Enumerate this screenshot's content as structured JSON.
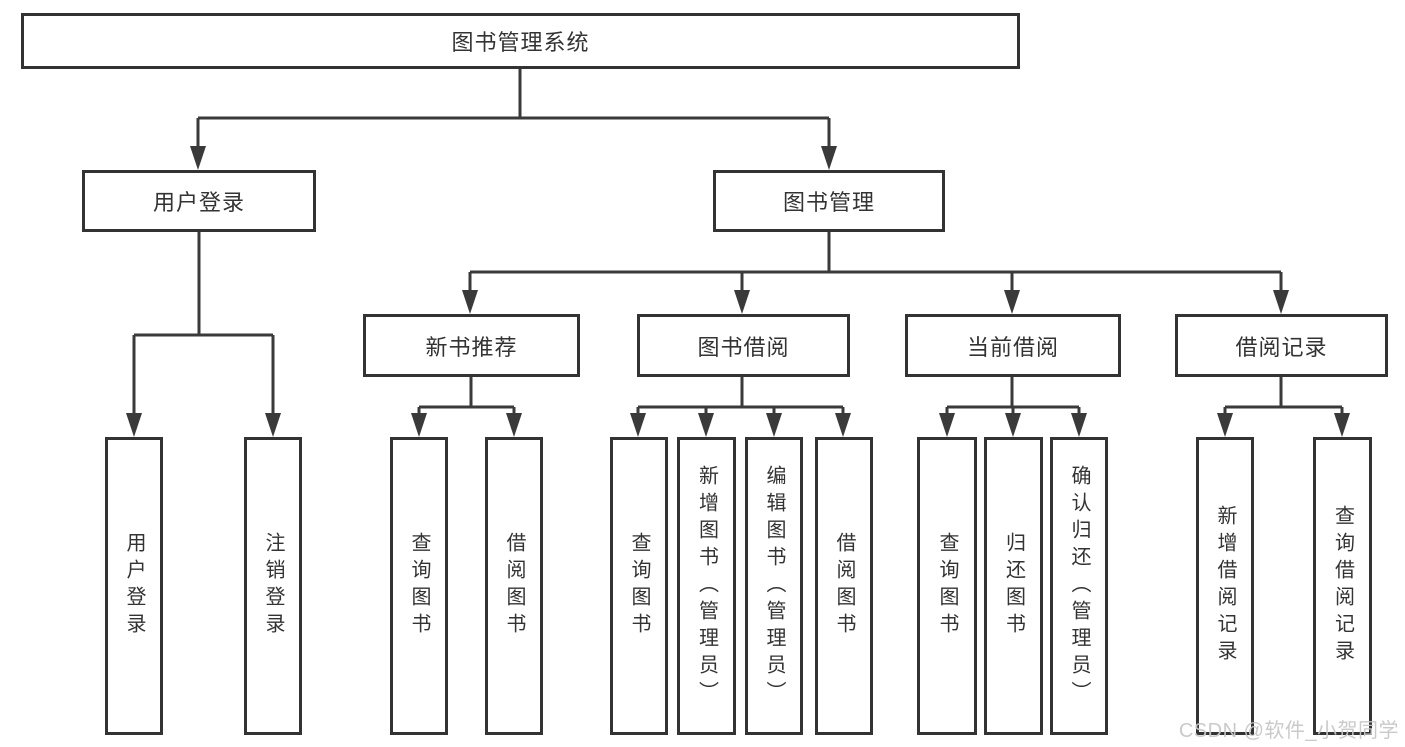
{
  "diagram": {
    "root": {
      "label": "图书管理系统"
    },
    "branches": {
      "user_login": {
        "label": "用户登录",
        "children": [
          "用户登录",
          "注销登录"
        ]
      },
      "book_management": {
        "label": "图书管理",
        "sections": {
          "new_book_recommend": {
            "label": "新书推荐",
            "children": [
              "查询图书",
              "借阅图书"
            ]
          },
          "book_borrow": {
            "label": "图书借阅",
            "children": [
              "查询图书",
              "新增图书（管理员）",
              "编辑图书（管理员）",
              "借阅图书"
            ]
          },
          "current_borrow": {
            "label": "当前借阅",
            "children": [
              "查询图书",
              "归还图书",
              "确认归还（管理员）"
            ]
          },
          "borrow_records": {
            "label": "借阅记录",
            "children": [
              "新增借阅记录",
              "查询借阅记录"
            ]
          }
        }
      }
    },
    "watermark": "CSDN @软件_小贺同学",
    "colors": {
      "background": "#ffffff",
      "line": "#3a3a3a",
      "box_border": "#333333",
      "text": "#333333",
      "watermark": "#c7c7c7"
    }
  }
}
